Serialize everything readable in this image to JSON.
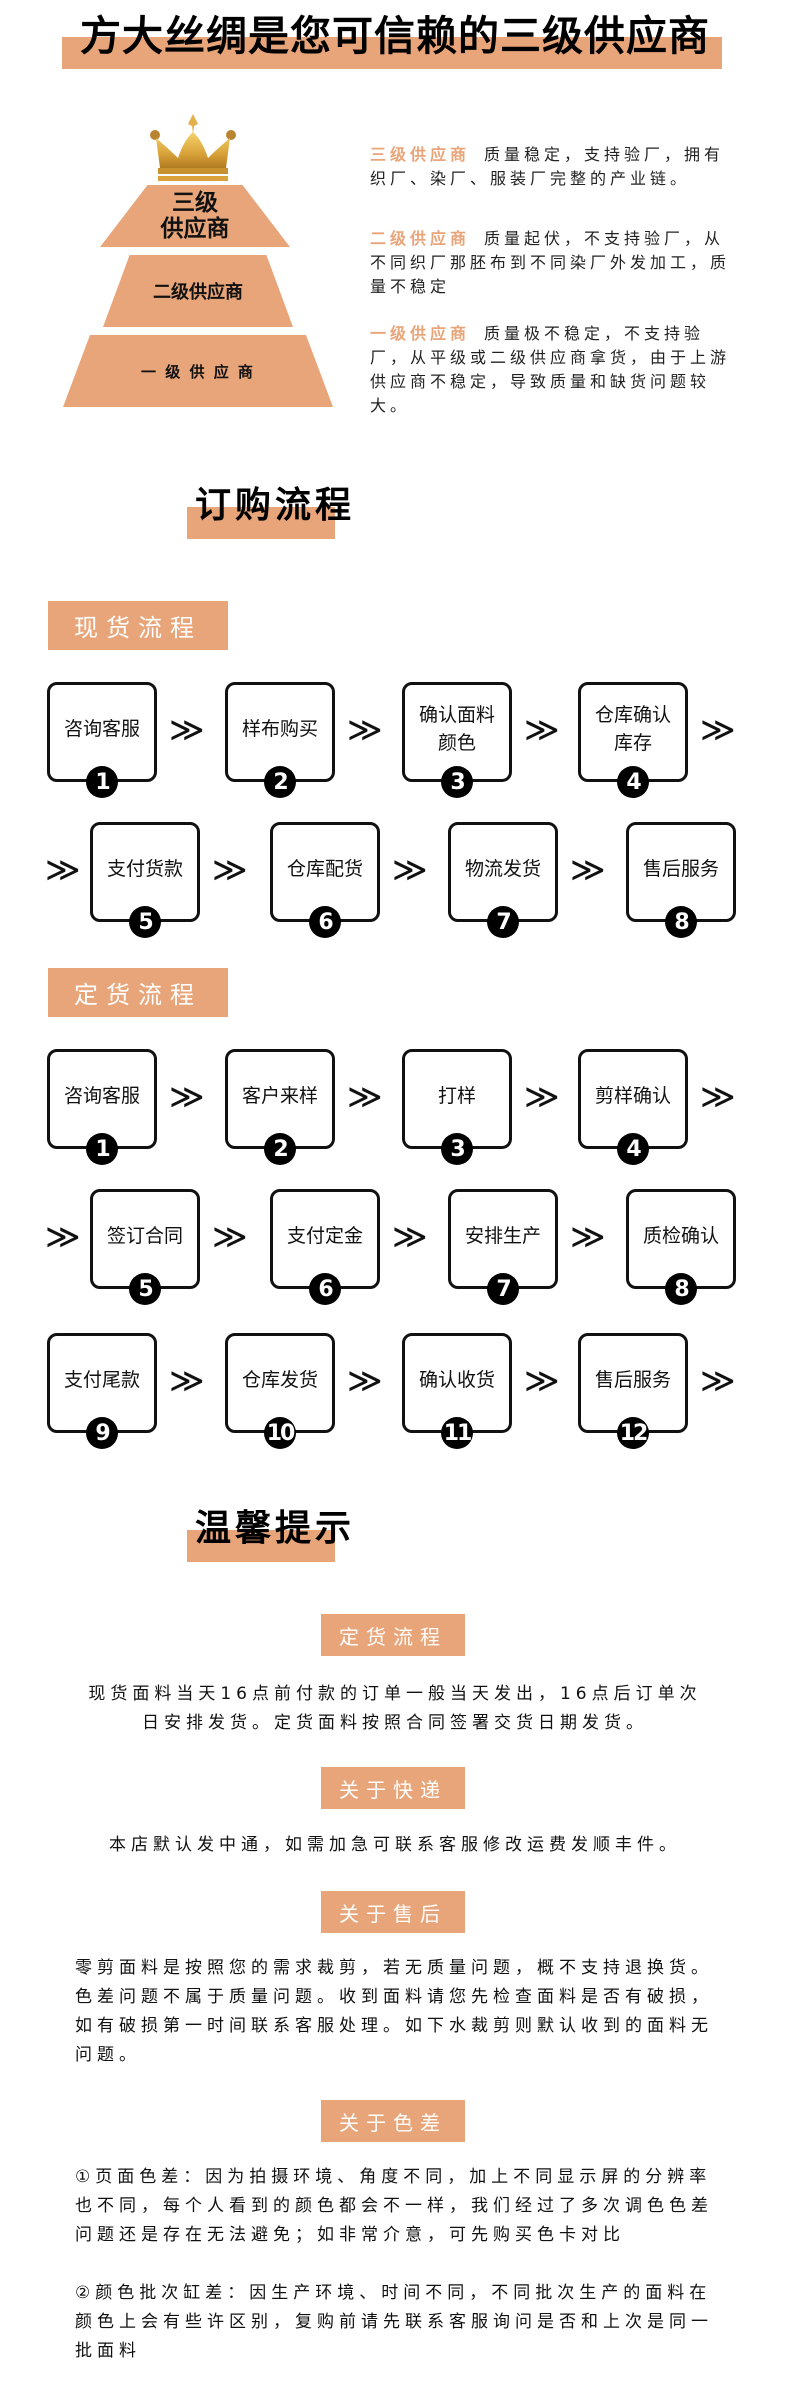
{
  "header": {
    "title": "方大丝绸是您可信赖的三级供应商"
  },
  "pyramid": {
    "levels": [
      {
        "label": "三级\n供应商",
        "line1": "三级",
        "line2": "供应商"
      },
      {
        "label": "二级供应商"
      },
      {
        "label": "一 级 供 应 商"
      }
    ],
    "crown_icon": "crown-icon"
  },
  "suppliers": [
    {
      "tier": "三级供应商",
      "text": "质量稳定，支持验厂，拥有织厂、染厂、服装厂完整的产业链。"
    },
    {
      "tier": "二级供应商",
      "text": "质量起伏，不支持验厂，从不同织厂那胚布到不同染厂外发加工，质量不稳定"
    },
    {
      "tier": "一级供应商",
      "text": "质量极不稳定，不支持验厂，从平级或二级供应商拿货，由于上游供应商不稳定，导致质量和缺货问题较大。"
    }
  ],
  "order_process": {
    "title": "订购流程",
    "spot": {
      "label": "现货流程",
      "steps": [
        {
          "num": "1",
          "label": "咨询客服"
        },
        {
          "num": "2",
          "label": "样布购买"
        },
        {
          "num": "3",
          "label": "确认面料颜色"
        },
        {
          "num": "4",
          "label": "仓库确认库存"
        },
        {
          "num": "5",
          "label": "支付货款"
        },
        {
          "num": "6",
          "label": "仓库配货"
        },
        {
          "num": "7",
          "label": "物流发货"
        },
        {
          "num": "8",
          "label": "售后服务"
        }
      ]
    },
    "custom": {
      "label": "定货流程",
      "steps": [
        {
          "num": "1",
          "label": "咨询客服"
        },
        {
          "num": "2",
          "label": "客户来样"
        },
        {
          "num": "3",
          "label": "打样"
        },
        {
          "num": "4",
          "label": "剪样确认"
        },
        {
          "num": "5",
          "label": "签订合同"
        },
        {
          "num": "6",
          "label": "支付定金"
        },
        {
          "num": "7",
          "label": "安排生产"
        },
        {
          "num": "8",
          "label": "质检确认"
        },
        {
          "num": "9",
          "label": "支付尾款"
        },
        {
          "num": "10",
          "label": "仓库发货"
        },
        {
          "num": "11",
          "label": "确认收货"
        },
        {
          "num": "12",
          "label": "售后服务"
        }
      ]
    },
    "arrow_glyph": "≫"
  },
  "tips": {
    "title": "温馨提示",
    "sections": [
      {
        "label": "定货流程",
        "text": "现货面料当天16点前付款的订单一般当天发出，16点后订单次日安排发货。定货面料按照合同签署交货日期发货。"
      },
      {
        "label": "关于快递",
        "text": "本店默认发中通，如需加急可联系客服修改运费发顺丰件。"
      },
      {
        "label": "关于售后",
        "text": "零剪面料是按照您的需求裁剪，若无质量问题，概不支持退换货。色差问题不属于质量问题。收到面料请您先检查面料是否有破损，如有破损第一时间联系客服处理。如下水裁剪则默认收到的面料无问题。"
      },
      {
        "label": "关于色差",
        "text1": "①页面色差：因为拍摄环境、角度不同，加上不同显示屏的分辨率也不同，每个人看到的颜色都会不一样，我们经过了多次调色色差问题还是存在无法避免；如非常介意，可先购买色卡对比",
        "text2": "②颜色批次缸差：因生产环境、时间不同，不同批次生产的面料在颜色上会有些许区别，复购前请先联系客服询问是否和上次是同一批面料"
      }
    ]
  },
  "colors": {
    "accent": "#E9A57A",
    "text": "#111111"
  }
}
